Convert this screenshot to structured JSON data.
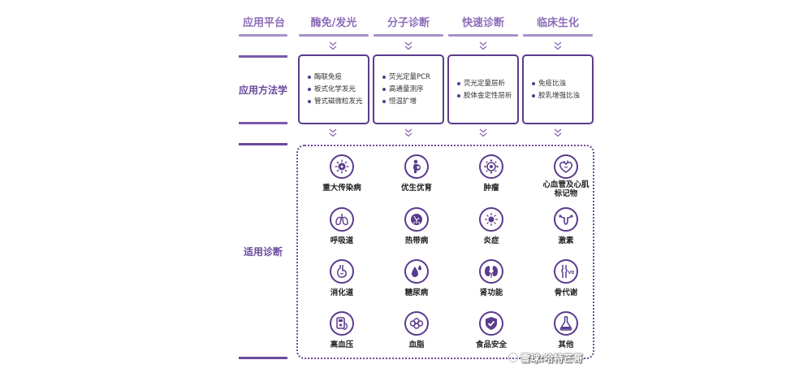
{
  "header": {
    "platform_label": "应用平台",
    "columns": [
      "酶免/发光",
      "分子诊断",
      "快速诊断",
      "临床生化"
    ]
  },
  "rows": {
    "methods_label": "应用方法学",
    "diagnosis_label": "适用诊断"
  },
  "methods": [
    [
      "酶联免疫",
      "板式化学发光",
      "管式磁微粒发光"
    ],
    [
      "荧光定量PCR",
      "高通量测序",
      "恒温扩增"
    ],
    [
      "荧光定量层析",
      "胶体金定性层析"
    ],
    [
      "免疫比浊",
      "胶乳增强比浊"
    ]
  ],
  "diagnoses": [
    {
      "label": "重大传染病",
      "icon": "virus-icon"
    },
    {
      "label": "优生优育",
      "icon": "pregnancy-icon"
    },
    {
      "label": "肿瘤",
      "icon": "tumor-cell-icon"
    },
    {
      "label": "心血管及心肌\n标记物",
      "icon": "heart-icon"
    },
    {
      "label": "呼吸道",
      "icon": "lungs-icon"
    },
    {
      "label": "热带病",
      "icon": "mosquito-icon"
    },
    {
      "label": "炎症",
      "icon": "inflammation-icon"
    },
    {
      "label": "激素",
      "icon": "uterus-icon"
    },
    {
      "label": "消化道",
      "icon": "stomach-icon"
    },
    {
      "label": "糖尿病",
      "icon": "blood-drop-icon"
    },
    {
      "label": "肾功能",
      "icon": "kidney-icon"
    },
    {
      "label": "骨代谢",
      "icon": "bone-joint-icon"
    },
    {
      "label": "高血压",
      "icon": "blood-pressure-icon"
    },
    {
      "label": "血脂",
      "icon": "lipid-icon"
    },
    {
      "label": "食品安全",
      "icon": "shield-check-icon"
    },
    {
      "label": "其他",
      "icon": "flask-icon"
    }
  ],
  "watermark": "雪球:哈特芒哥",
  "colors": {
    "accent": "#5b3b8c",
    "header": "#8d6db9",
    "line_light": "#a990cc"
  }
}
